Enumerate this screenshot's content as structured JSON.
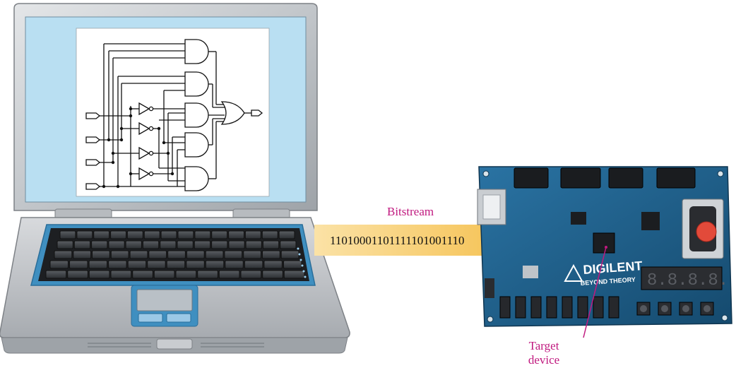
{
  "labels": {
    "bitstream": "Bitstream",
    "bits": "11010001101111101001110",
    "target_line1": "Target",
    "target_line2": "device"
  },
  "board": {
    "brand": "DIGILENT",
    "tagline": "BEYOND THEORY",
    "display": "8.8.8.8."
  },
  "colors": {
    "label_magenta": "#c0197f",
    "arrow_yellow": "#f5c35a",
    "board_blue": "#1f5c86",
    "screen_blue": "#b9dff2"
  }
}
